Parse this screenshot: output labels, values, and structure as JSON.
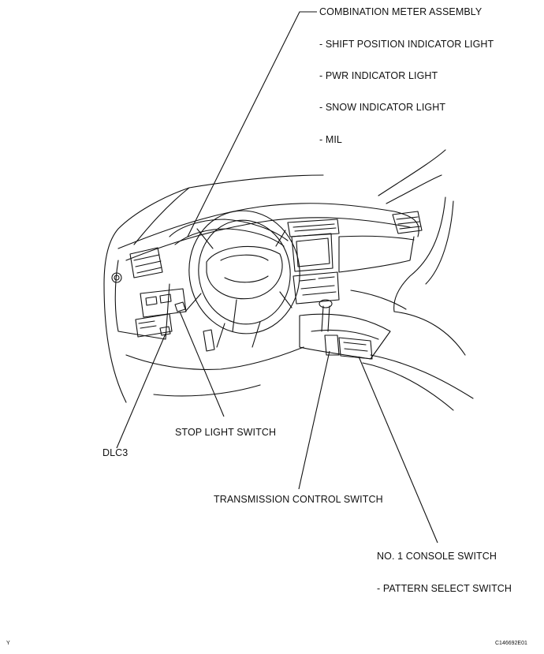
{
  "labels": {
    "combination_meter": "COMBINATION METER ASSEMBLY",
    "shift_position": "- SHIFT POSITION INDICATOR LIGHT",
    "pwr": "- PWR INDICATOR LIGHT",
    "snow": "- SNOW INDICATOR LIGHT",
    "mil": "- MIL",
    "stop_light": "STOP LIGHT SWITCH",
    "dlc3": "DLC3",
    "transmission": "TRANSMISSION CONTROL SWITCH",
    "console": "NO. 1 CONSOLE SWITCH",
    "pattern": "- PATTERN SELECT SWITCH"
  },
  "footer": {
    "left_mark": "Y",
    "figure_code": "C146692E01"
  },
  "colors": {
    "line": "#111111",
    "background": "#ffffff"
  }
}
